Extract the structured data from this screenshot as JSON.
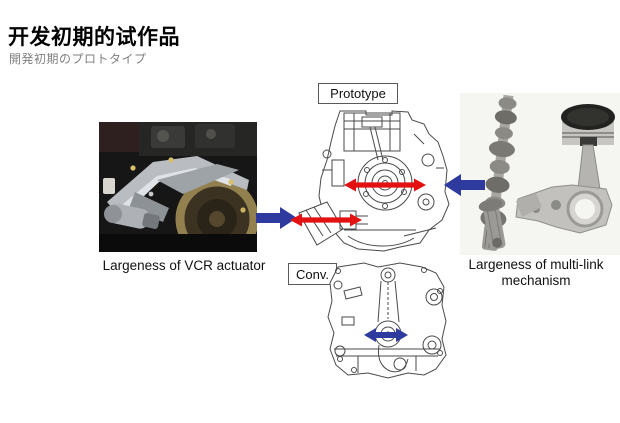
{
  "slide": {
    "title": "开发初期的试作品",
    "subtitle": "開発初期のプロトタイプ"
  },
  "labels": {
    "prototype": "Prototype",
    "conventional": "Conv.",
    "left_caption": "Largeness of VCR actuator",
    "right_caption": "Largeness of multi-link mechanism"
  },
  "icons": {
    "left_arrow": "blue-block-arrow-pointing-right",
    "right_arrow": "blue-block-arrow-pointing-left",
    "prototype_upper_arrow": "red-double-headed-arrow",
    "prototype_lower_arrow": "red-double-headed-arrow",
    "conventional_arrow": "blue-double-headed-arrow"
  },
  "colors": {
    "arrow_blue": "#2e3a9e",
    "arrow_red": "#e31111",
    "title_text": "#000000",
    "subtitle_text": "#7f7f7f",
    "drawing_stroke": "#4a4a4a",
    "label_border": "#595959",
    "background": "#ffffff"
  }
}
